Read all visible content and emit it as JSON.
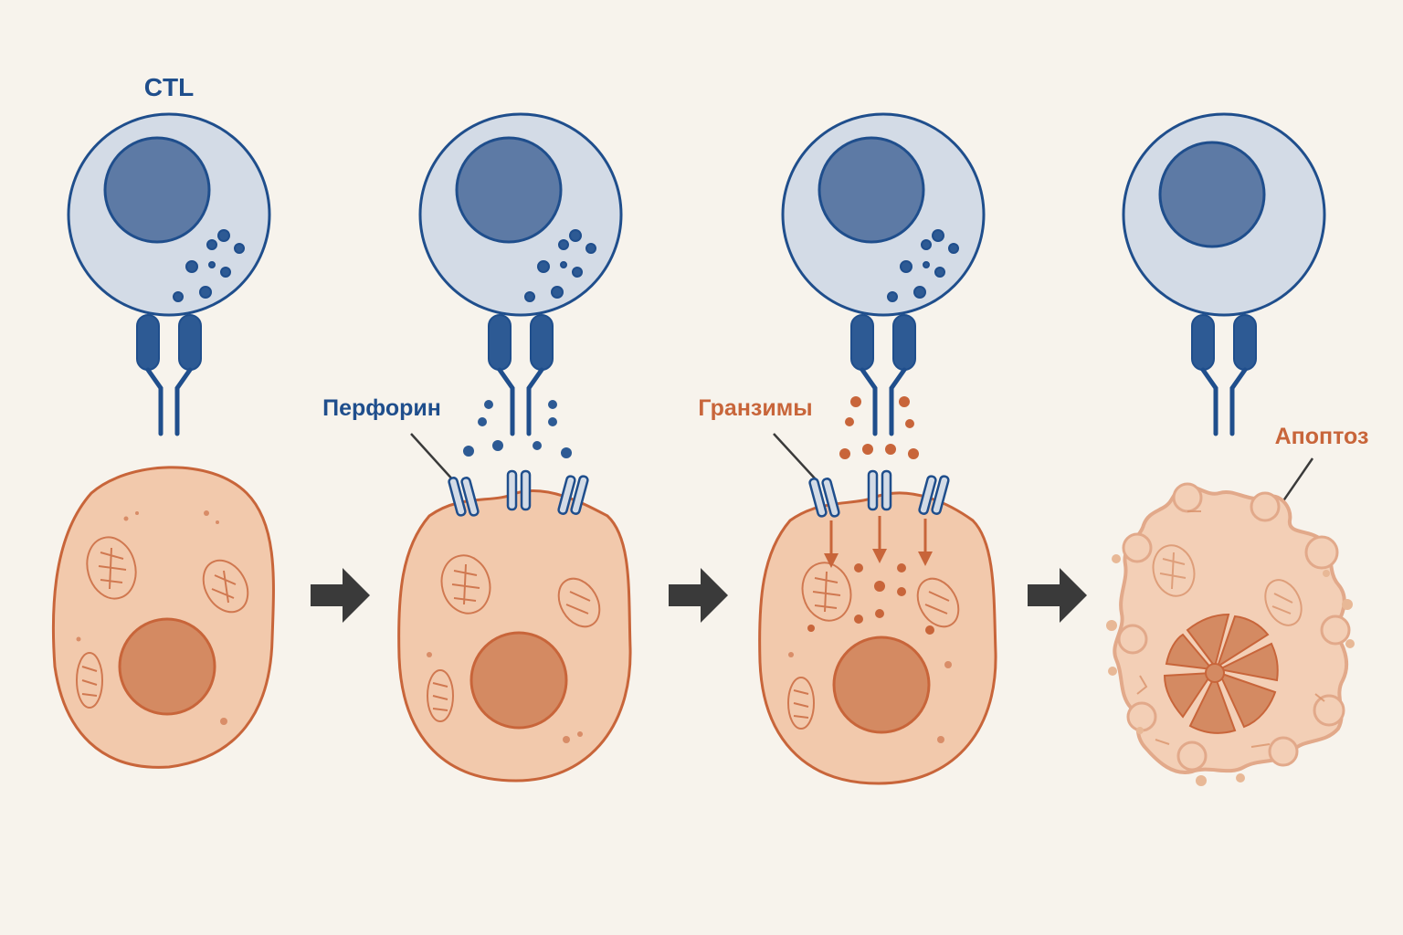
{
  "labels": {
    "ctl": "CTL",
    "perforin": "Перфорин",
    "granzymes": "Гранзимы",
    "apoptosis": "Апоптоз"
  },
  "stages": [
    {
      "stage": 1,
      "ctl_granules": true,
      "perforin_pores": false,
      "granzymes": false,
      "apoptotic": false
    },
    {
      "stage": 2,
      "ctl_granules": true,
      "perforin_pores": true,
      "granzymes": false,
      "apoptotic": false
    },
    {
      "stage": 3,
      "ctl_granules": true,
      "perforin_pores": true,
      "granzymes": true,
      "apoptotic": false
    },
    {
      "stage": 4,
      "ctl_granules": false,
      "perforin_pores": false,
      "granzymes": false,
      "apoptotic": true
    }
  ],
  "colors": {
    "background": "#f7f3ec",
    "ctl_fill": "#d3dbe6",
    "ctl_stroke": "#1f4e8c",
    "ctl_nucleus": "#5d7aa5",
    "perforin": "#1f4e8c",
    "target_fill": "#f2c9ac",
    "target_stroke": "#c8653a",
    "target_nucleus": "#d48a62",
    "granzyme": "#c8653a",
    "arrow": "#3a3a3a"
  }
}
